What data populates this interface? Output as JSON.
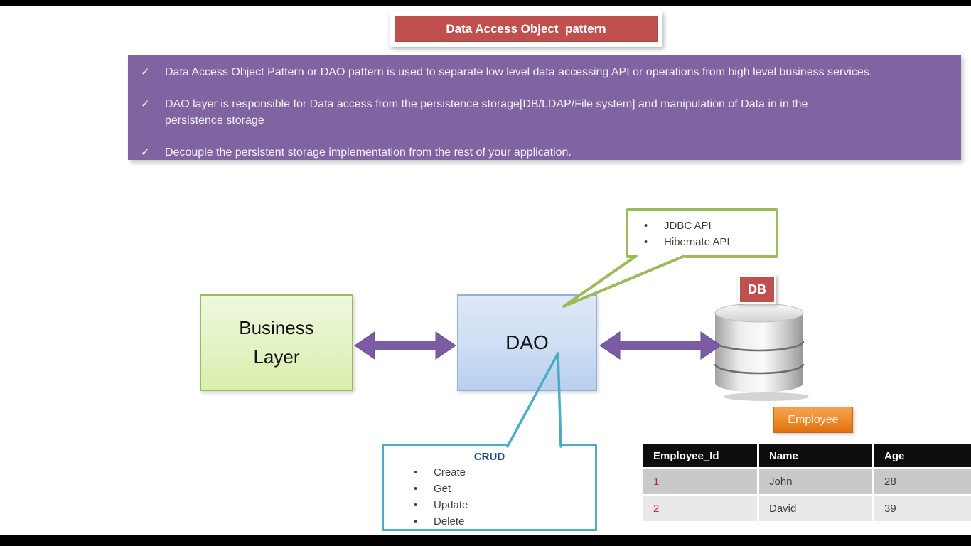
{
  "title": "Data Access Object  pattern",
  "info_box": {
    "check": "✓",
    "bullets": [
      "Data Access Object Pattern or DAO pattern is used to separate low level data accessing API or operations from high level business services.",
      "DAO layer is responsible for Data access from the persistence storage[DB/LDAP/File system] and manipulation of Data in in the\npersistence storage",
      "Decouple the persistent storage implementation from the rest of your application."
    ]
  },
  "diagram": {
    "business_label": "Business\nLayer",
    "dao_label": "DAO",
    "db_badge": "DB",
    "api_callout": {
      "bullet": "•",
      "items": [
        "JDBC API",
        "Hibernate API"
      ]
    },
    "crud_callout": {
      "title": "CRUD",
      "bullet": "•",
      "items": [
        "Create",
        "Get",
        "Update",
        "Delete"
      ]
    },
    "employee_badge": "Employee"
  },
  "employee_table": {
    "headers": [
      "Employee_Id",
      "Name",
      "Age"
    ],
    "rows": [
      {
        "id": "1",
        "name": "John",
        "age": "28"
      },
      {
        "id": "2",
        "name": "David",
        "age": "39"
      }
    ]
  },
  "colors": {
    "title_bg": "#C0504D",
    "info_bg": "#8064A2",
    "arrow": "#7B5CA4",
    "api_callout_border": "#9BBB59",
    "crud_callout_border": "#4BACC6",
    "crud_title_text": "#1F497D",
    "business_box_border": "#9CB962",
    "dao_box_border": "#94B2D8",
    "db_badge_bg": "#C0504D",
    "employee_badge_bg": "#E8751A",
    "table_header_bg": "#0D0D0D",
    "table_row_odd_bg": "#C9C9C9",
    "table_row_even_bg": "#E9E9E9",
    "table_id_text": "#C0302C"
  }
}
